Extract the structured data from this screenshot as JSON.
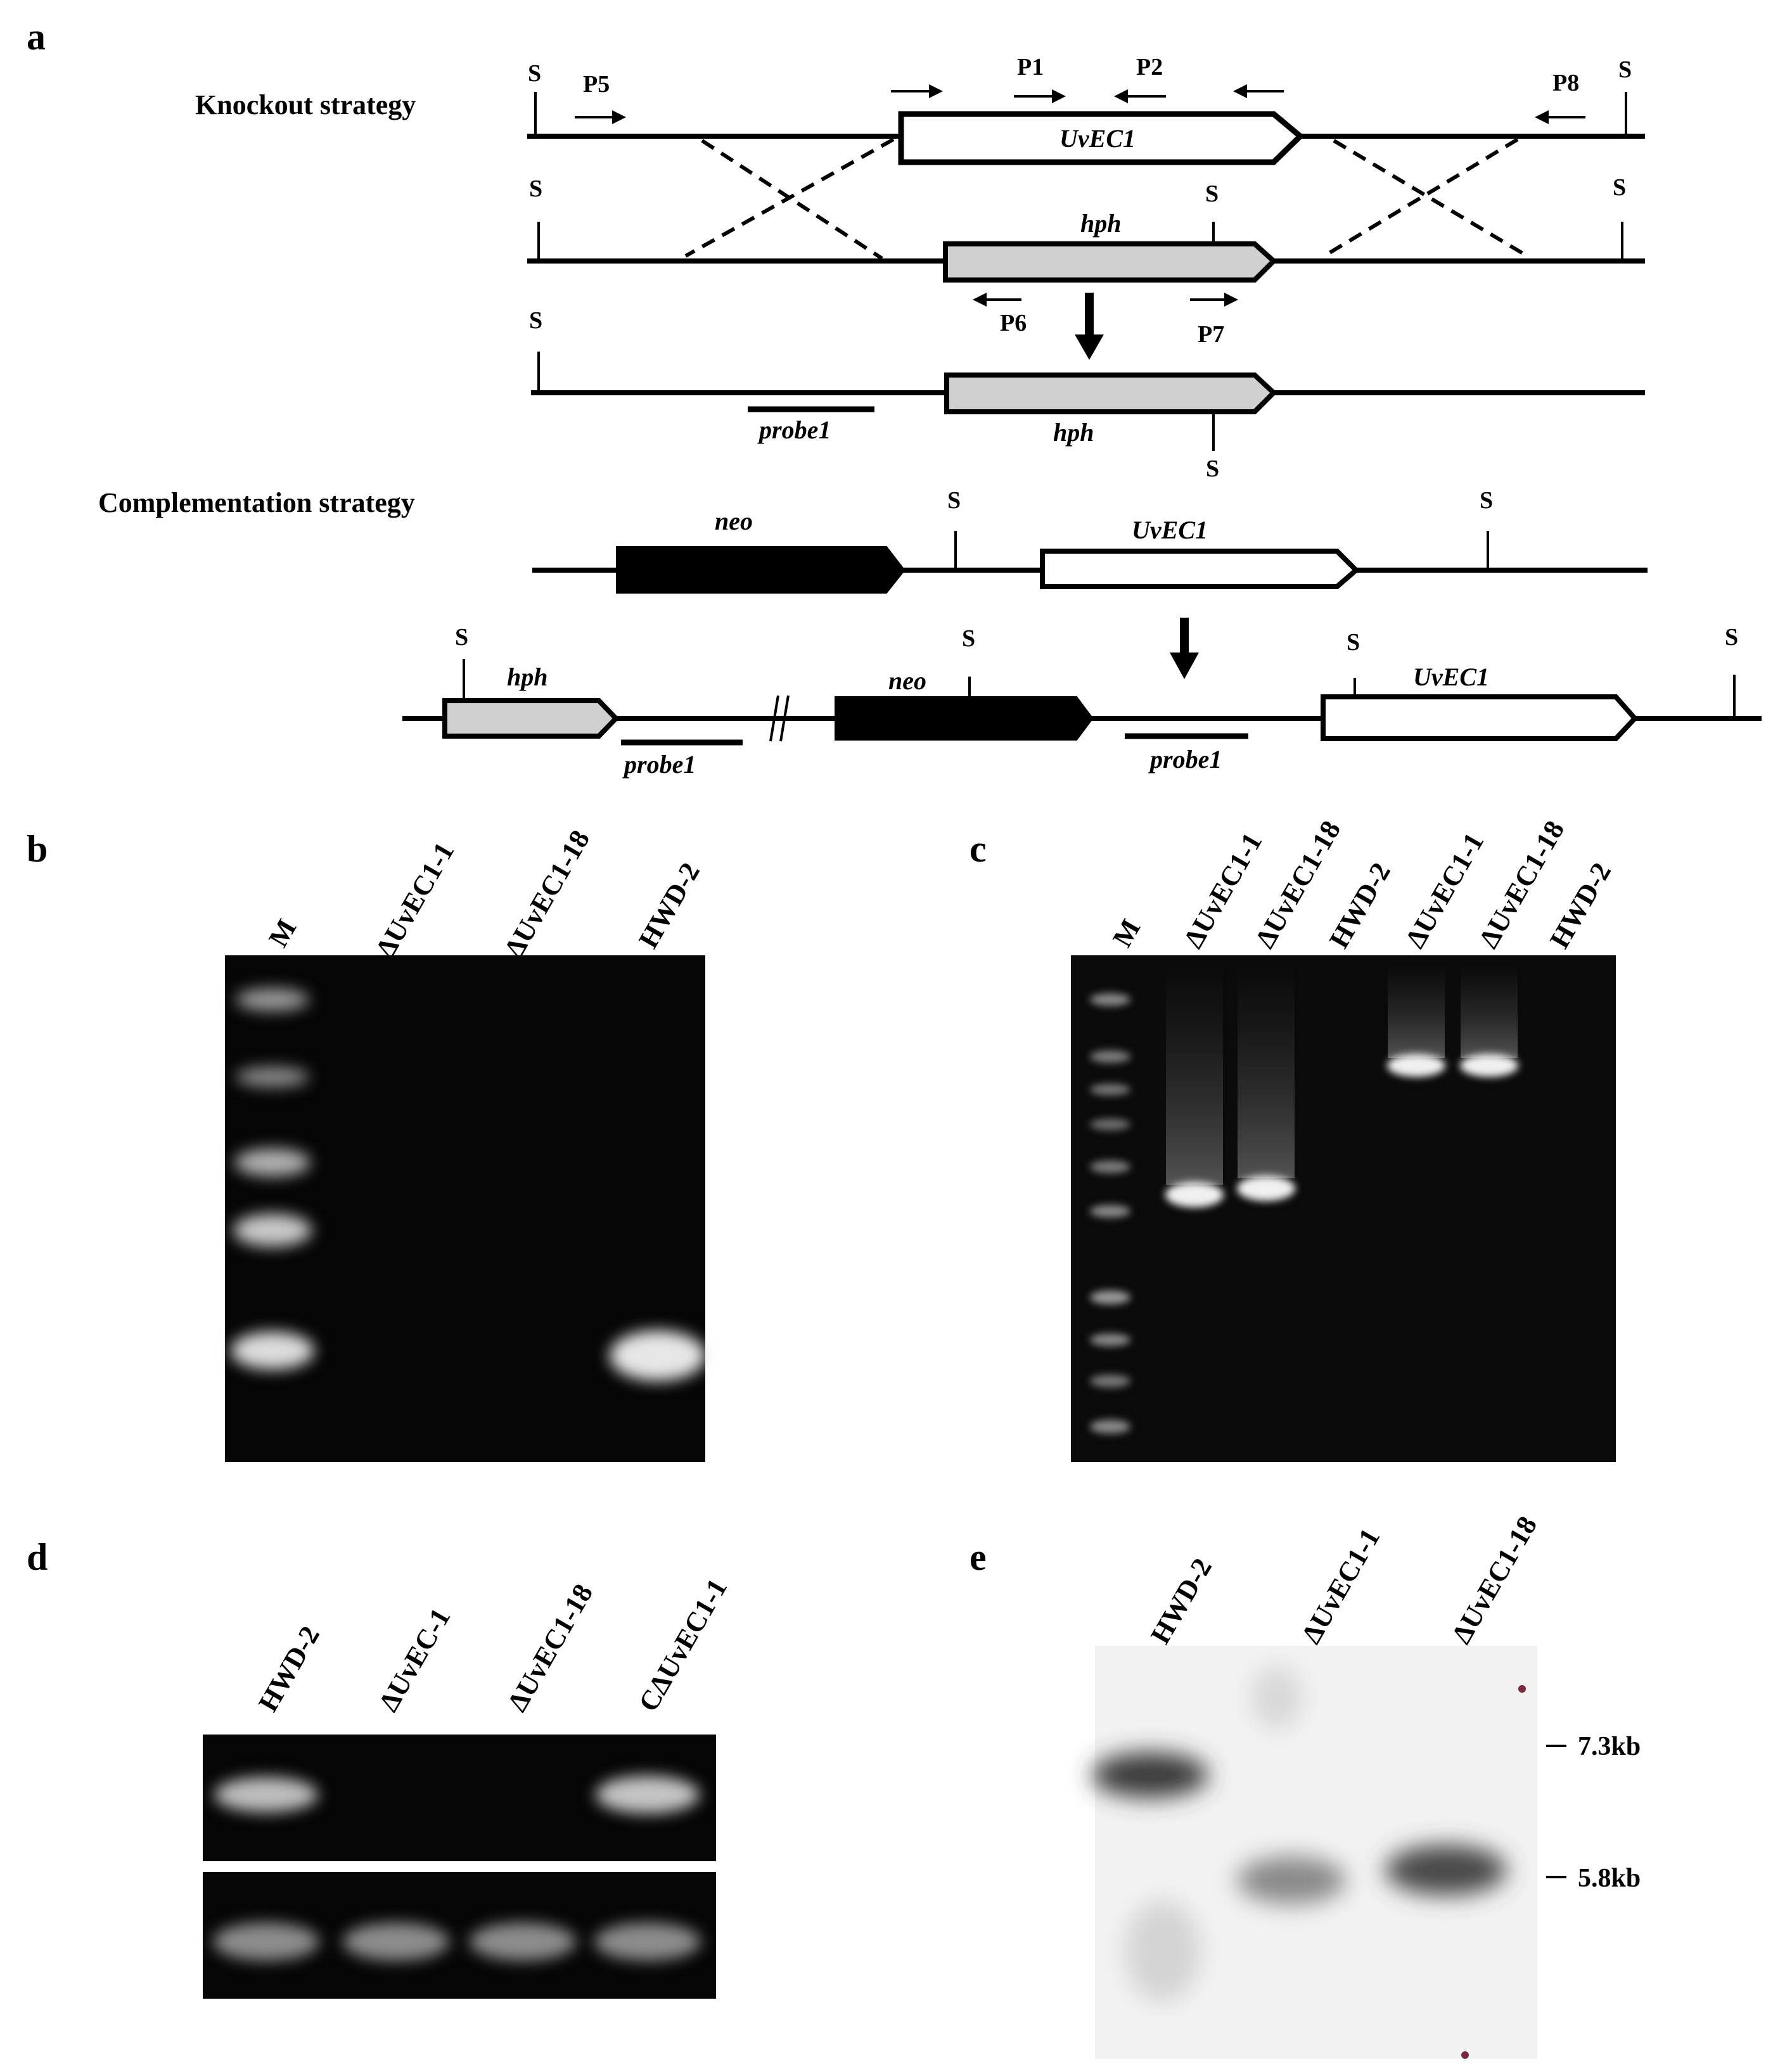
{
  "panels": {
    "a": "a",
    "b": "b",
    "c": "c",
    "d": "d",
    "e": "e"
  },
  "strategy": {
    "knockout": "Knockout strategy",
    "complementation": "Complementation strategy"
  },
  "site": "S",
  "genes": {
    "uvec1": "UvEC1",
    "hph": "hph",
    "neo": "neo",
    "probe1": "probe1"
  },
  "primers": {
    "p1": "P1",
    "p2": "P2",
    "p5": "P5",
    "p6": "P6",
    "p7": "P7",
    "p8": "P8"
  },
  "gel_b": {
    "lanes": [
      "M",
      "ΔUvEC1-1",
      "ΔUvEC1-18",
      "HWD-2"
    ]
  },
  "gel_c": {
    "lanes": [
      "M",
      "ΔUvEC1-1",
      "ΔUvEC1-18",
      "HWD-2",
      "ΔUvEC1-1",
      "ΔUvEC1-18",
      "HWD-2"
    ]
  },
  "gel_d": {
    "lanes": [
      "HWD-2",
      "ΔUvEC-1",
      "ΔUvEC1-18",
      "CΔUvEC1-1"
    ]
  },
  "blot_e": {
    "lanes": [
      "HWD-2",
      "ΔUvEC1-1",
      "ΔUvEC1-18"
    ],
    "markers": [
      "7.3kb",
      "5.8kb"
    ]
  },
  "colors": {
    "gel": "#050505",
    "band": "#e8e8e8",
    "hph_fill": "#d0d0d0",
    "blot": "#f2f2f2"
  }
}
